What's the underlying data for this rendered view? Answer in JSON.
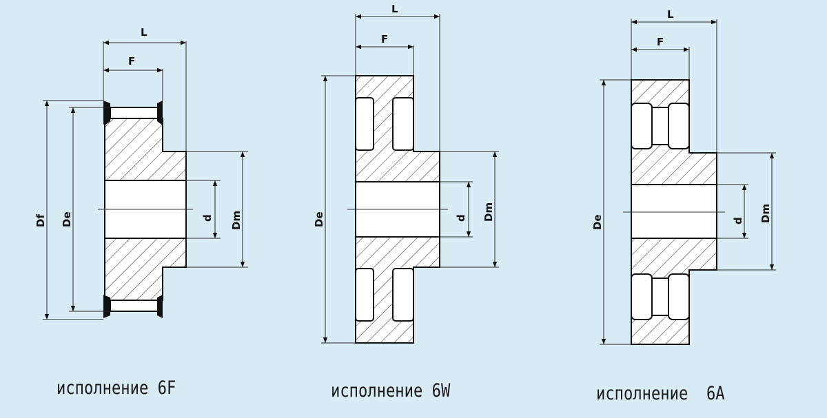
{
  "variants": [
    {
      "caption": "исполнение 6F",
      "labels": {
        "L": "L",
        "F": "F",
        "Df": "Df",
        "De": "De",
        "d": "d",
        "Dm": "Dm"
      }
    },
    {
      "caption": "исполнение 6W",
      "labels": {
        "L": "L",
        "F": "F",
        "De": "De",
        "d": "d",
        "Dm": "Dm"
      }
    },
    {
      "caption": "исполнение  6A",
      "labels": {
        "L": "L",
        "F": "F",
        "De": "De",
        "d": "d",
        "Dm": "Dm"
      }
    }
  ],
  "colors": {
    "background": "#d8ecf5",
    "hatch": "#222222"
  }
}
